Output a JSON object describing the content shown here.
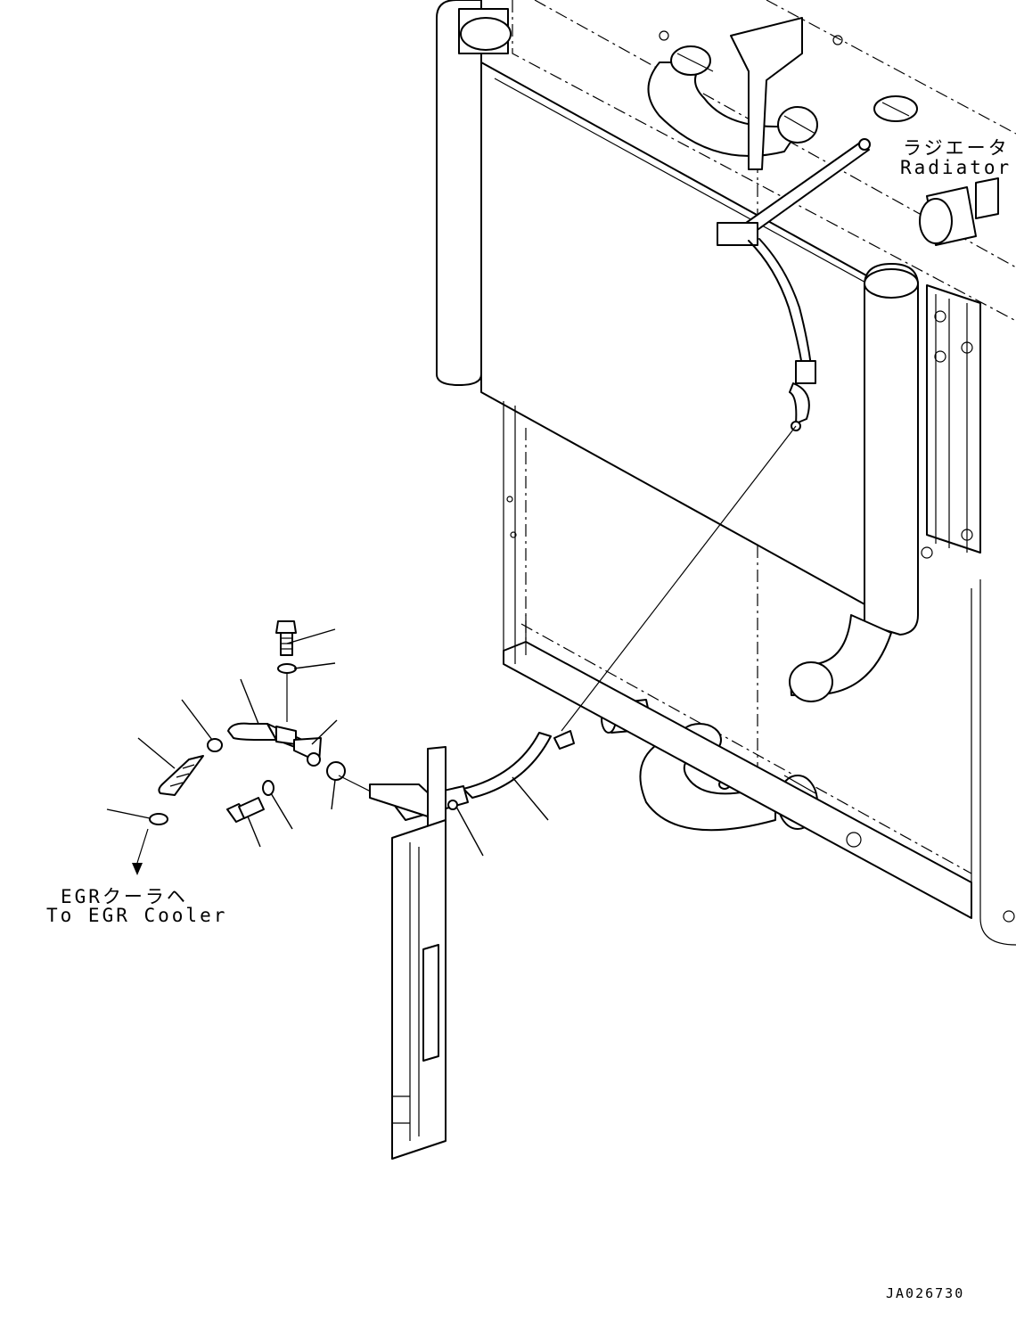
{
  "labels": {
    "radiator_jp": "ラジエータ",
    "radiator_en": "Radiator",
    "egr_jp": "EGRクーラヘ",
    "egr_en": "To EGR Cooler",
    "drawing_number": "JA026730"
  },
  "colors": {
    "line": "#000000",
    "background": "#ffffff"
  }
}
